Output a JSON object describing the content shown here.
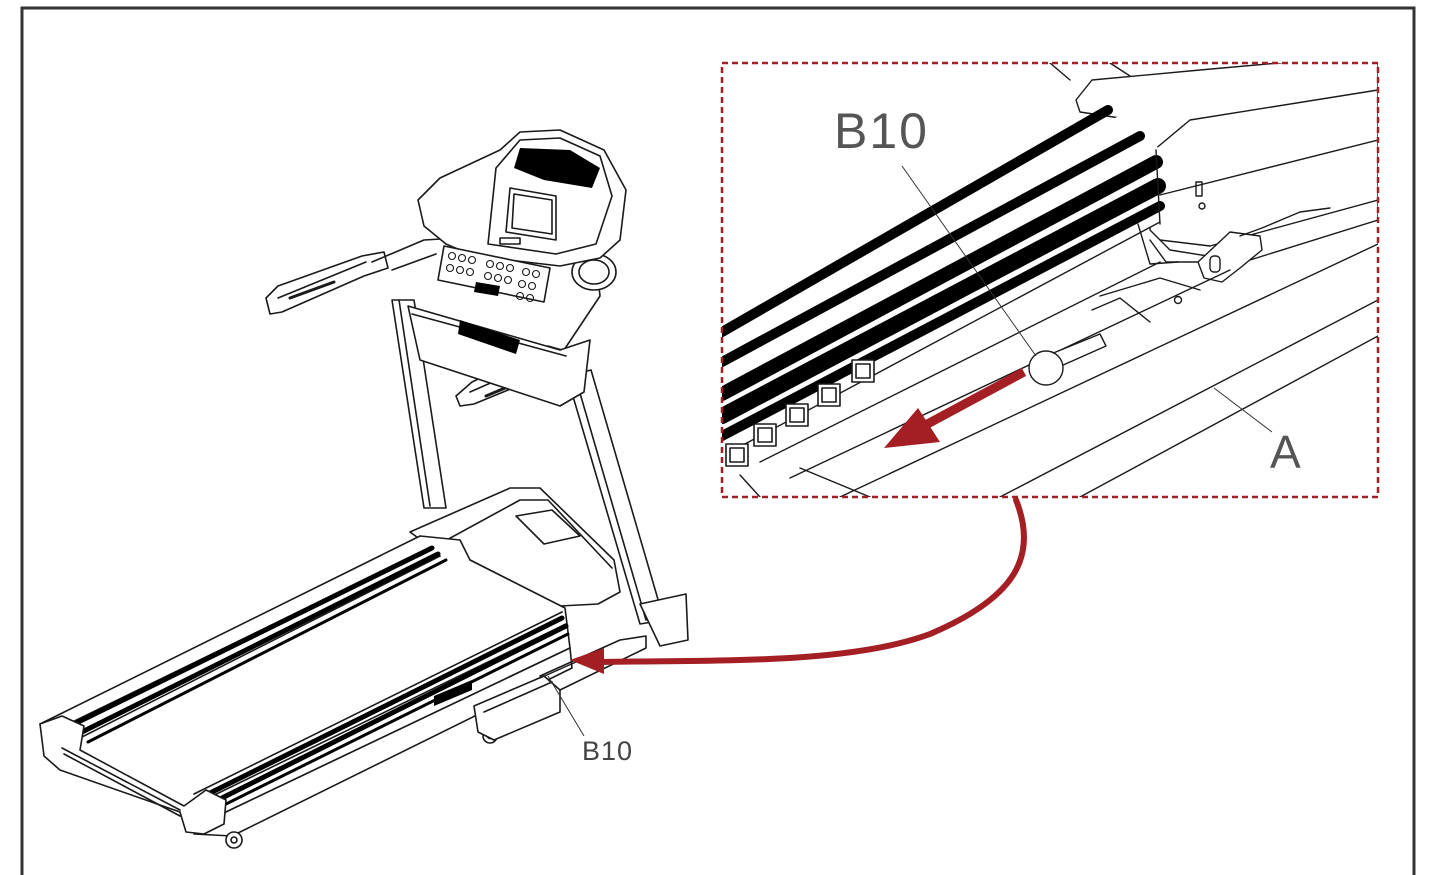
{
  "diagram": {
    "labels": {
      "detail_part": "B10",
      "overview_part": "B10",
      "detail_rail": "A"
    },
    "colors": {
      "line": "#1a1a1a",
      "accent": "#a31f24",
      "frame": "#333333",
      "background": "#ffffff"
    }
  }
}
